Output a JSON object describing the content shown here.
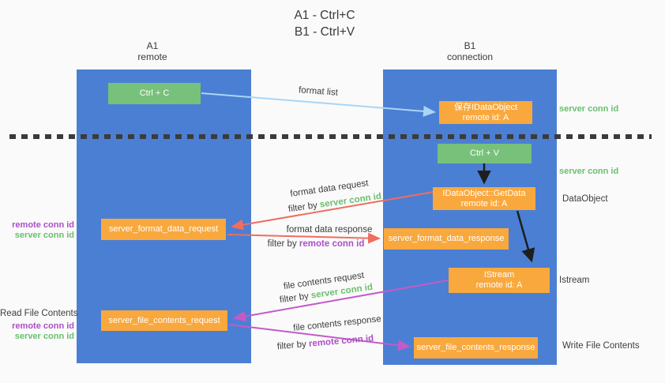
{
  "title": {
    "line1": "A1 - Ctrl+C",
    "line2": "B1 - Ctrl+V"
  },
  "columns": {
    "a1": {
      "name": "A1",
      "subtitle": "remote"
    },
    "b1": {
      "name": "B1",
      "subtitle": "connection"
    }
  },
  "boxes": {
    "ctrl_c": {
      "label": "Ctrl + C"
    },
    "save_dataobject": {
      "line1": "保存IDataObject",
      "line2": "remote id: A"
    },
    "ctrl_v": {
      "label": "Ctrl + V"
    },
    "getdata": {
      "line1": "IDataObject::GetData",
      "line2": "remote id: A"
    },
    "format_request": {
      "label": "server_format_data_request"
    },
    "format_response": {
      "label": "server_format_data_response"
    },
    "istream": {
      "line1": "IStream",
      "line2": "remote id: A"
    },
    "file_request": {
      "label": "server_file_contents_request"
    },
    "file_response": {
      "label": "server_file_contents_response"
    }
  },
  "labels": {
    "format_list": "format list",
    "filter_by": "filter by",
    "server_conn_id": "server conn id",
    "remote_conn_id": "remote conn id",
    "format_data_request": "format data request",
    "format_data_response": "format data response",
    "file_contents_request": "file contents request",
    "file_contents_response": "file contents response",
    "read_file_contents": "Read File Contents",
    "write_file_contents": "Write File Contents",
    "dataobject": "DataObject",
    "istream": "Istream"
  },
  "colors": {
    "column_blue": "#4b7fd3",
    "box_green": "#77c17a",
    "box_orange": "#f9a83d",
    "label_green": "#6abf6e",
    "label_purple": "#ab4fc8",
    "arrow_blue": "#a9d5f5",
    "arrow_red": "#ee6e60",
    "arrow_magenta": "#c45ac8",
    "arrow_black": "#1e1e1e",
    "divider": "#3b3b3b",
    "background": "#fafafa",
    "text_dark": "#3d3d3d"
  }
}
